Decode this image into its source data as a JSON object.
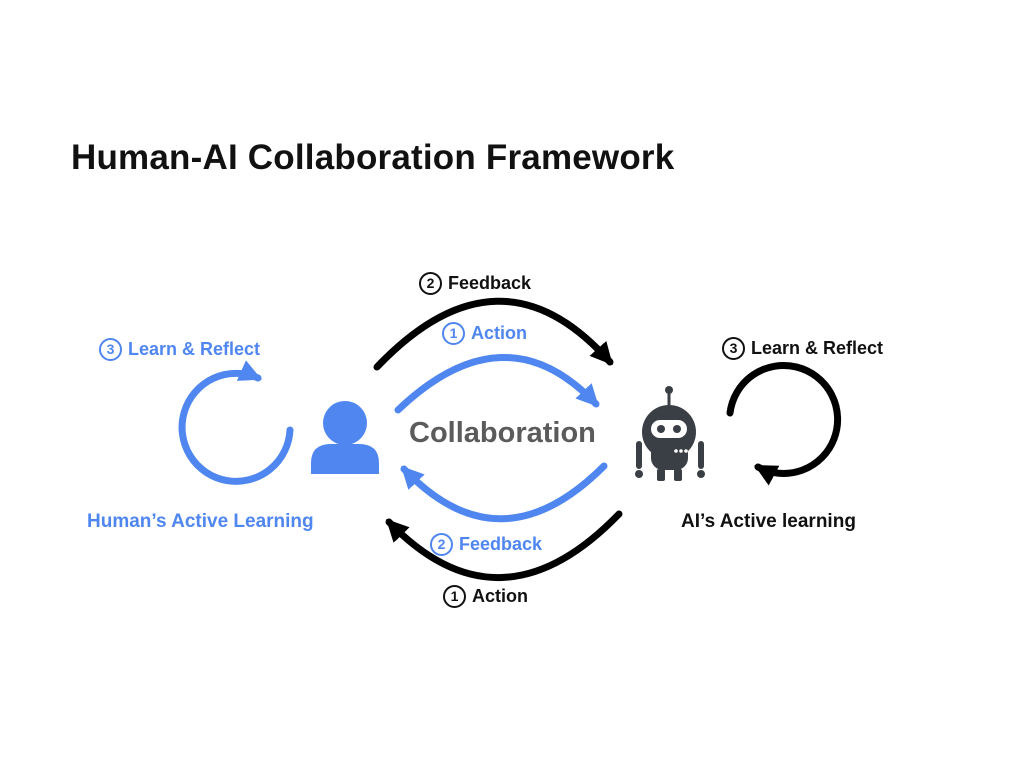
{
  "title": "Human-AI Collaboration Framework",
  "colors": {
    "human": "#4f86f0",
    "ai": "#000000",
    "center_text": "#5b5b5b",
    "robot": "#3a3f45"
  },
  "center": {
    "label": "Collaboration"
  },
  "human": {
    "label": "Human’s Active Learning",
    "icon": "person-icon",
    "reflect": {
      "number": "3",
      "text": "Learn & Reflect"
    }
  },
  "ai": {
    "label": "AI’s Active learning",
    "icon": "robot-icon",
    "reflect": {
      "number": "3",
      "text": "Learn & Reflect"
    }
  },
  "flows": {
    "top_outer": {
      "number": "2",
      "text": "Feedback"
    },
    "top_inner": {
      "number": "1",
      "text": "Action"
    },
    "bottom_inner": {
      "number": "2",
      "text": "Feedback"
    },
    "bottom_outer": {
      "number": "1",
      "text": "Action"
    }
  }
}
